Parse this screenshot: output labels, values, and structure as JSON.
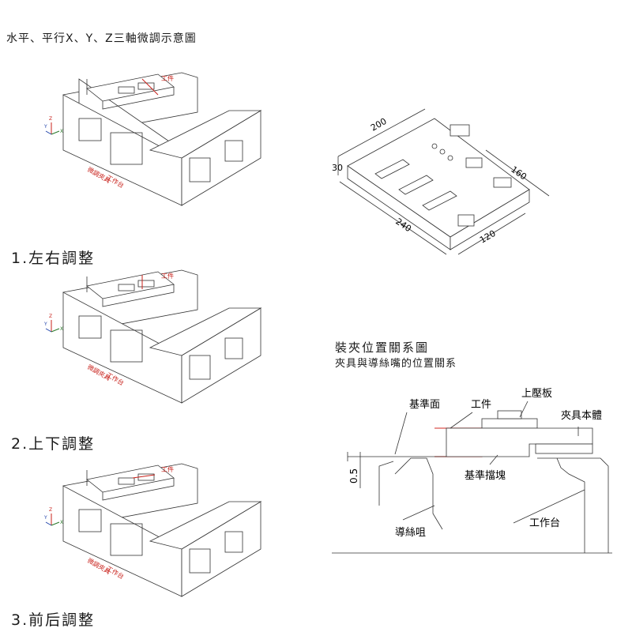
{
  "title": "水平、平行X、Y、Z三軸微調示意圖",
  "steps": [
    {
      "label": "1.左右調整"
    },
    {
      "label": "2.上下調整"
    },
    {
      "label": "3.前后調整"
    }
  ],
  "iso_labels": {
    "workpiece": "工件",
    "fine_fixture": "微調夾具",
    "table": "工作台",
    "axis_x": "X",
    "axis_y": "Y",
    "axis_z": "Z"
  },
  "dimensioned_fixture": {
    "dims": [
      "200",
      "30",
      "160",
      "240",
      "120"
    ]
  },
  "relation": {
    "title": "裝夾位置關系圖",
    "subtitle": "夾具與導絲嘴的位置關系",
    "labels": {
      "reference_face": "基準面",
      "workpiece": "工件",
      "top_plate": "上壓板",
      "fixture_body": "夾具本體",
      "reference_block": "基準擋塊",
      "wire_guide": "導絲咀",
      "table": "工作台",
      "clearance": "0.5"
    }
  },
  "colors": {
    "annotation_red": "#c8201a",
    "line": "#333333",
    "workpiece_outline": "#d9534f"
  }
}
